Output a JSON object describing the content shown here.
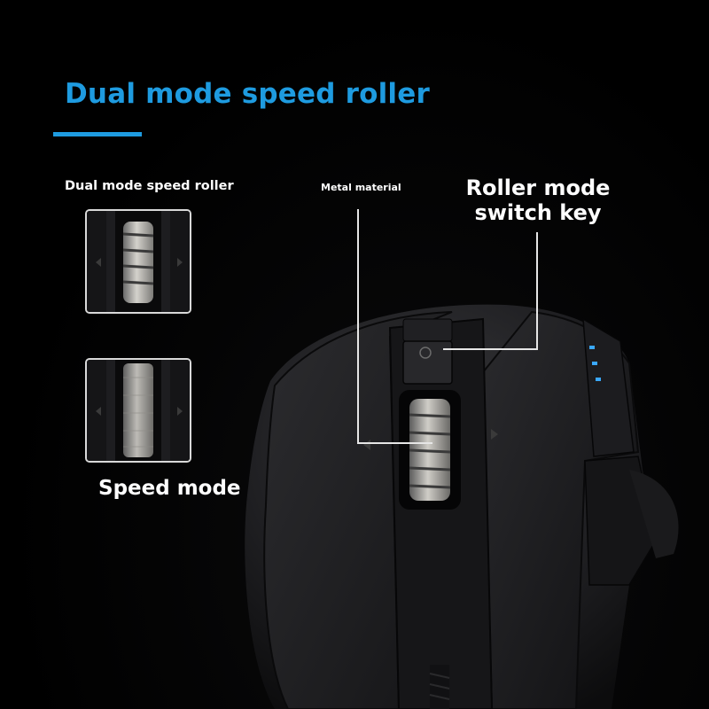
{
  "heading": {
    "title": "Dual mode speed roller",
    "accent_color": "#1e9be0"
  },
  "insets": {
    "top_label": "Dual mode speed roller",
    "bottom_label": "Speed mode"
  },
  "callouts": {
    "metal": "Metal material",
    "switch_line1": "Roller mode",
    "switch_line2": "switch key"
  },
  "icons": {
    "arrow_left": "left-triangle-icon",
    "arrow_right": "right-triangle-icon",
    "mode_button": "circle-icon"
  }
}
